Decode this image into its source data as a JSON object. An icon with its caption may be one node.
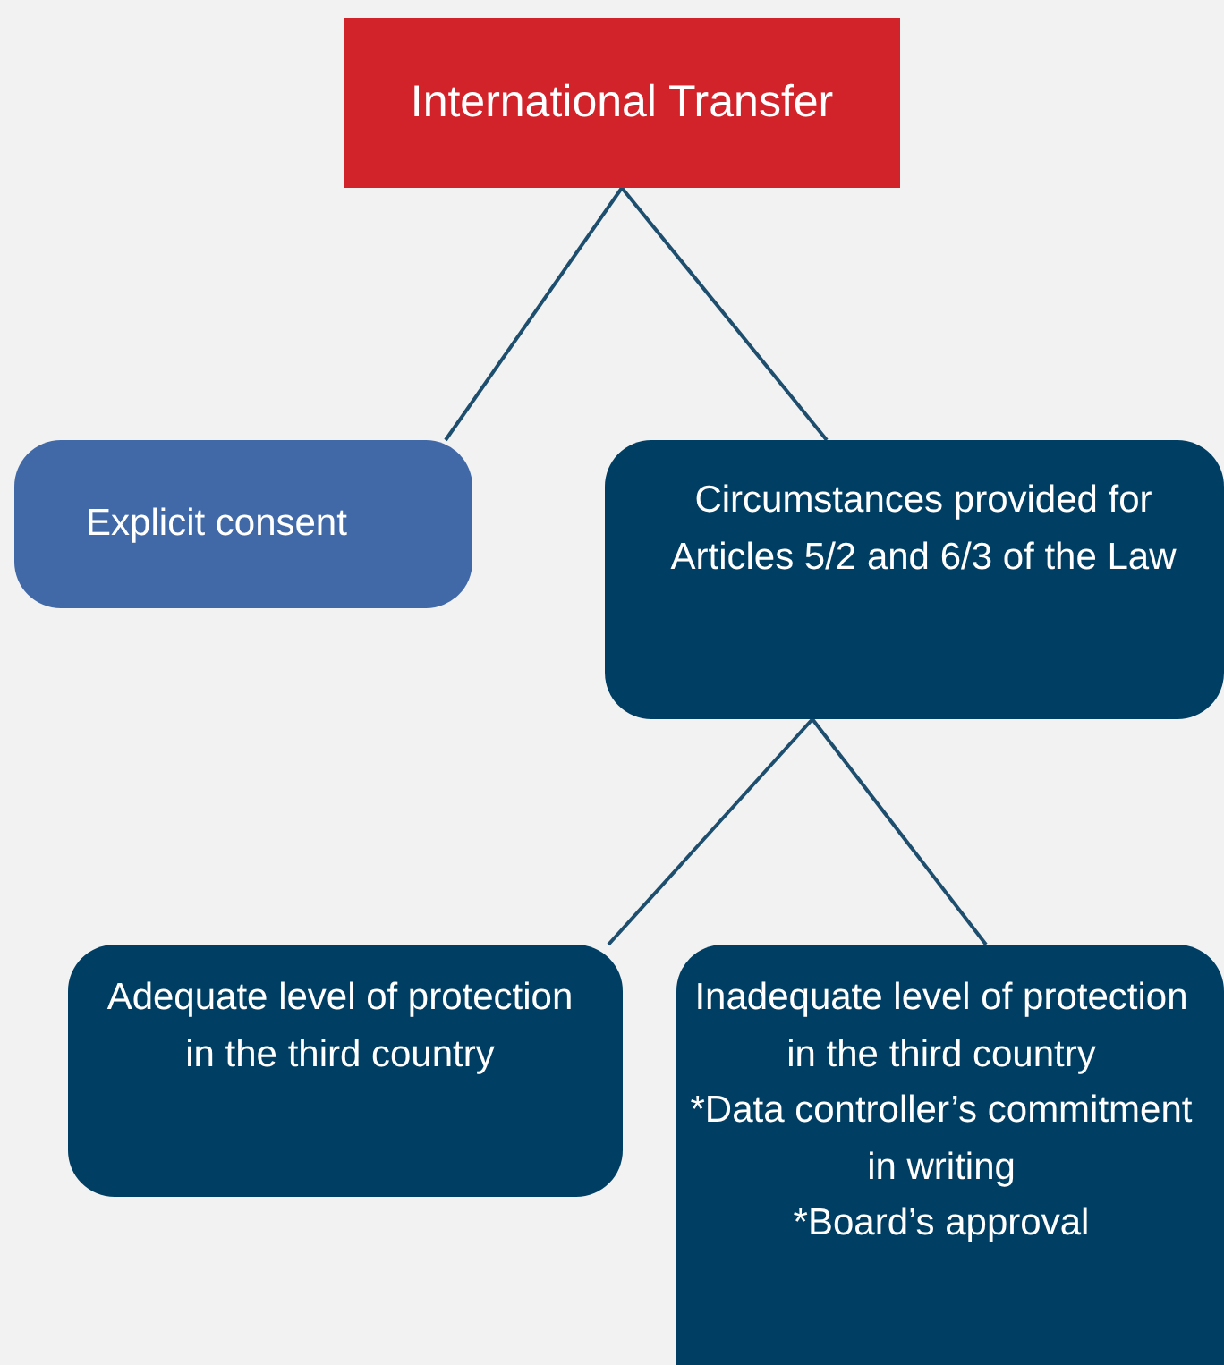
{
  "diagram": {
    "nodes": [
      {
        "text": [
          "International Transfer"
        ]
      },
      {
        "text": [
          "Explicit consent"
        ]
      },
      {
        "text": [
          "Circumstances provided for Articles 5/2 and 6/3 of the Law"
        ]
      },
      {
        "text": [
          "Adequate level of protection in the third country"
        ]
      },
      {
        "text": [
          "Inadequate level of protection in the third country",
          "*Data controller’s commitment in writing",
          "*Board’s approval"
        ]
      }
    ],
    "edges": [
      {
        "from": 0,
        "to": 1,
        "arrow": "none"
      },
      {
        "from": 0,
        "to": 2,
        "arrow": "none"
      },
      {
        "from": 2,
        "to": 3,
        "arrow": "none"
      },
      {
        "from": 2,
        "to": 4,
        "arrow": "none"
      }
    ]
  }
}
